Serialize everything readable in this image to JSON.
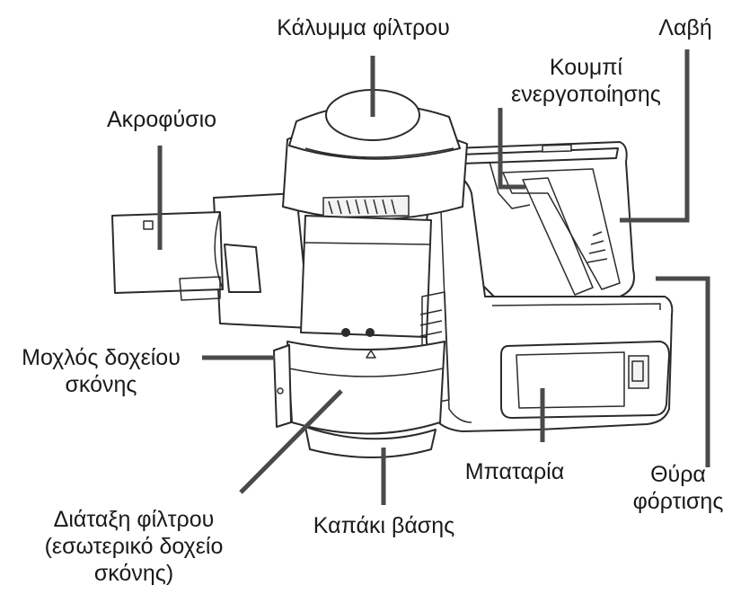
{
  "labels": {
    "filter_cover": "Κάλυμμα φίλτρου",
    "handle": "Λαβή",
    "power_button": [
      "Κουμπί",
      "ενεργοποίησης"
    ],
    "nozzle": "Ακροφύσιο",
    "dust_bin_lever": [
      "Μοχλός δοχείου",
      "σκόνης"
    ],
    "battery": "Μπαταρία",
    "charging_port": [
      "Θύρα",
      "φόρτισης"
    ],
    "filter_assembly": [
      "Διάταξη φίλτρου",
      "(εσωτερικό δοχείο",
      "σκόνης)"
    ],
    "base_cover": "Καπάκι βάσης"
  }
}
